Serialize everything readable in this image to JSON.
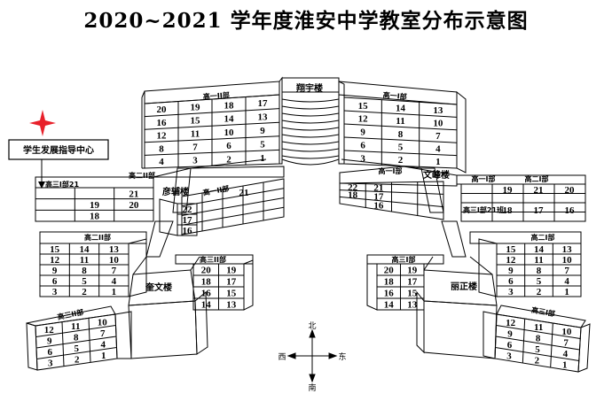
{
  "title": "2020~2021 学年度淮安中学教室分布示意图",
  "buildings": {
    "xiangyu": "翔宇楼",
    "yanfu": "彦辅楼",
    "wenfeng": "文峰楼",
    "kuiwen": "奎文楼",
    "lizheng": "丽正楼"
  },
  "callout": "学生发展指导中心",
  "compass": {
    "north": "北",
    "south": "南",
    "east": "东",
    "west": "西"
  },
  "blocks": {
    "xy_left": {
      "label": "高一II部",
      "rows": [
        [
          "20",
          "19",
          "18",
          "17"
        ],
        [
          "16",
          "15",
          "14",
          "13"
        ],
        [
          "12",
          "11",
          "10",
          "9"
        ],
        [
          "8",
          "7",
          "6",
          "5"
        ],
        [
          "4",
          "3",
          "2",
          "1"
        ]
      ]
    },
    "xy_right": {
      "label": "高一I部",
      "rows": [
        [
          "15",
          "14",
          "13"
        ],
        [
          "12",
          "11",
          "10"
        ],
        [
          "9",
          "8",
          "7"
        ],
        [
          "6",
          "5",
          "4"
        ],
        [
          "3",
          "2",
          "1"
        ]
      ]
    },
    "left_upper": {
      "label": "高二II部",
      "sublabel": "高三I部21",
      "rows": [
        [
          "",
          "21"
        ],
        [
          "19",
          "20"
        ],
        [
          "18",
          ""
        ]
      ]
    },
    "yanfu_side": {
      "label": "高一II部",
      "rows": [
        [
          "21"
        ]
      ]
    },
    "yanfu_front": {
      "rows": [
        [
          "22"
        ],
        [
          "17"
        ],
        [
          "16"
        ]
      ]
    },
    "wenfeng_left": {
      "label": "高一I部",
      "rows": [
        [
          "22",
          "21"
        ],
        [
          "18",
          "17"
        ],
        [
          "",
          "16"
        ]
      ]
    },
    "right_upper": {
      "label": "高一I部",
      "label2": "高二I部",
      "sublabel": "高三I部21班",
      "rows": [
        [
          "19",
          "21",
          "20"
        ],
        [
          "18",
          "17",
          "16"
        ]
      ]
    },
    "left_mid": {
      "label": "高二II部",
      "rows": [
        [
          "15",
          "14",
          "13"
        ],
        [
          "12",
          "11",
          "10"
        ],
        [
          "9",
          "8",
          "7"
        ],
        [
          "6",
          "5",
          "4"
        ],
        [
          "3",
          "2",
          "1"
        ]
      ]
    },
    "left_center": {
      "label": "高三II部",
      "rows": [
        [
          "20",
          "19"
        ],
        [
          "18",
          "17"
        ],
        [
          "16",
          "15"
        ],
        [
          "14",
          "13"
        ]
      ]
    },
    "right_center": {
      "label": "高三I部",
      "rows": [
        [
          "20",
          "19"
        ],
        [
          "18",
          "17"
        ],
        [
          "16",
          "15"
        ],
        [
          "14",
          "13"
        ]
      ]
    },
    "right_mid": {
      "label": "高二I部",
      "rows": [
        [
          "15",
          "14",
          "13"
        ],
        [
          "12",
          "11",
          "10"
        ],
        [
          "9",
          "8",
          "7"
        ],
        [
          "6",
          "5",
          "4"
        ],
        [
          "3",
          "2",
          "1"
        ]
      ]
    },
    "left_low": {
      "label": "高三II部",
      "rows": [
        [
          "12",
          "11",
          "10"
        ],
        [
          "9",
          "8",
          "7"
        ],
        [
          "6",
          "5",
          "4"
        ],
        [
          "3",
          "2",
          "1"
        ]
      ]
    },
    "right_low": {
      "label": "高三I部",
      "rows": [
        [
          "12",
          "11",
          "10"
        ],
        [
          "9",
          "8",
          "7"
        ],
        [
          "6",
          "5",
          "4"
        ],
        [
          "3",
          "2",
          "1"
        ]
      ]
    }
  }
}
